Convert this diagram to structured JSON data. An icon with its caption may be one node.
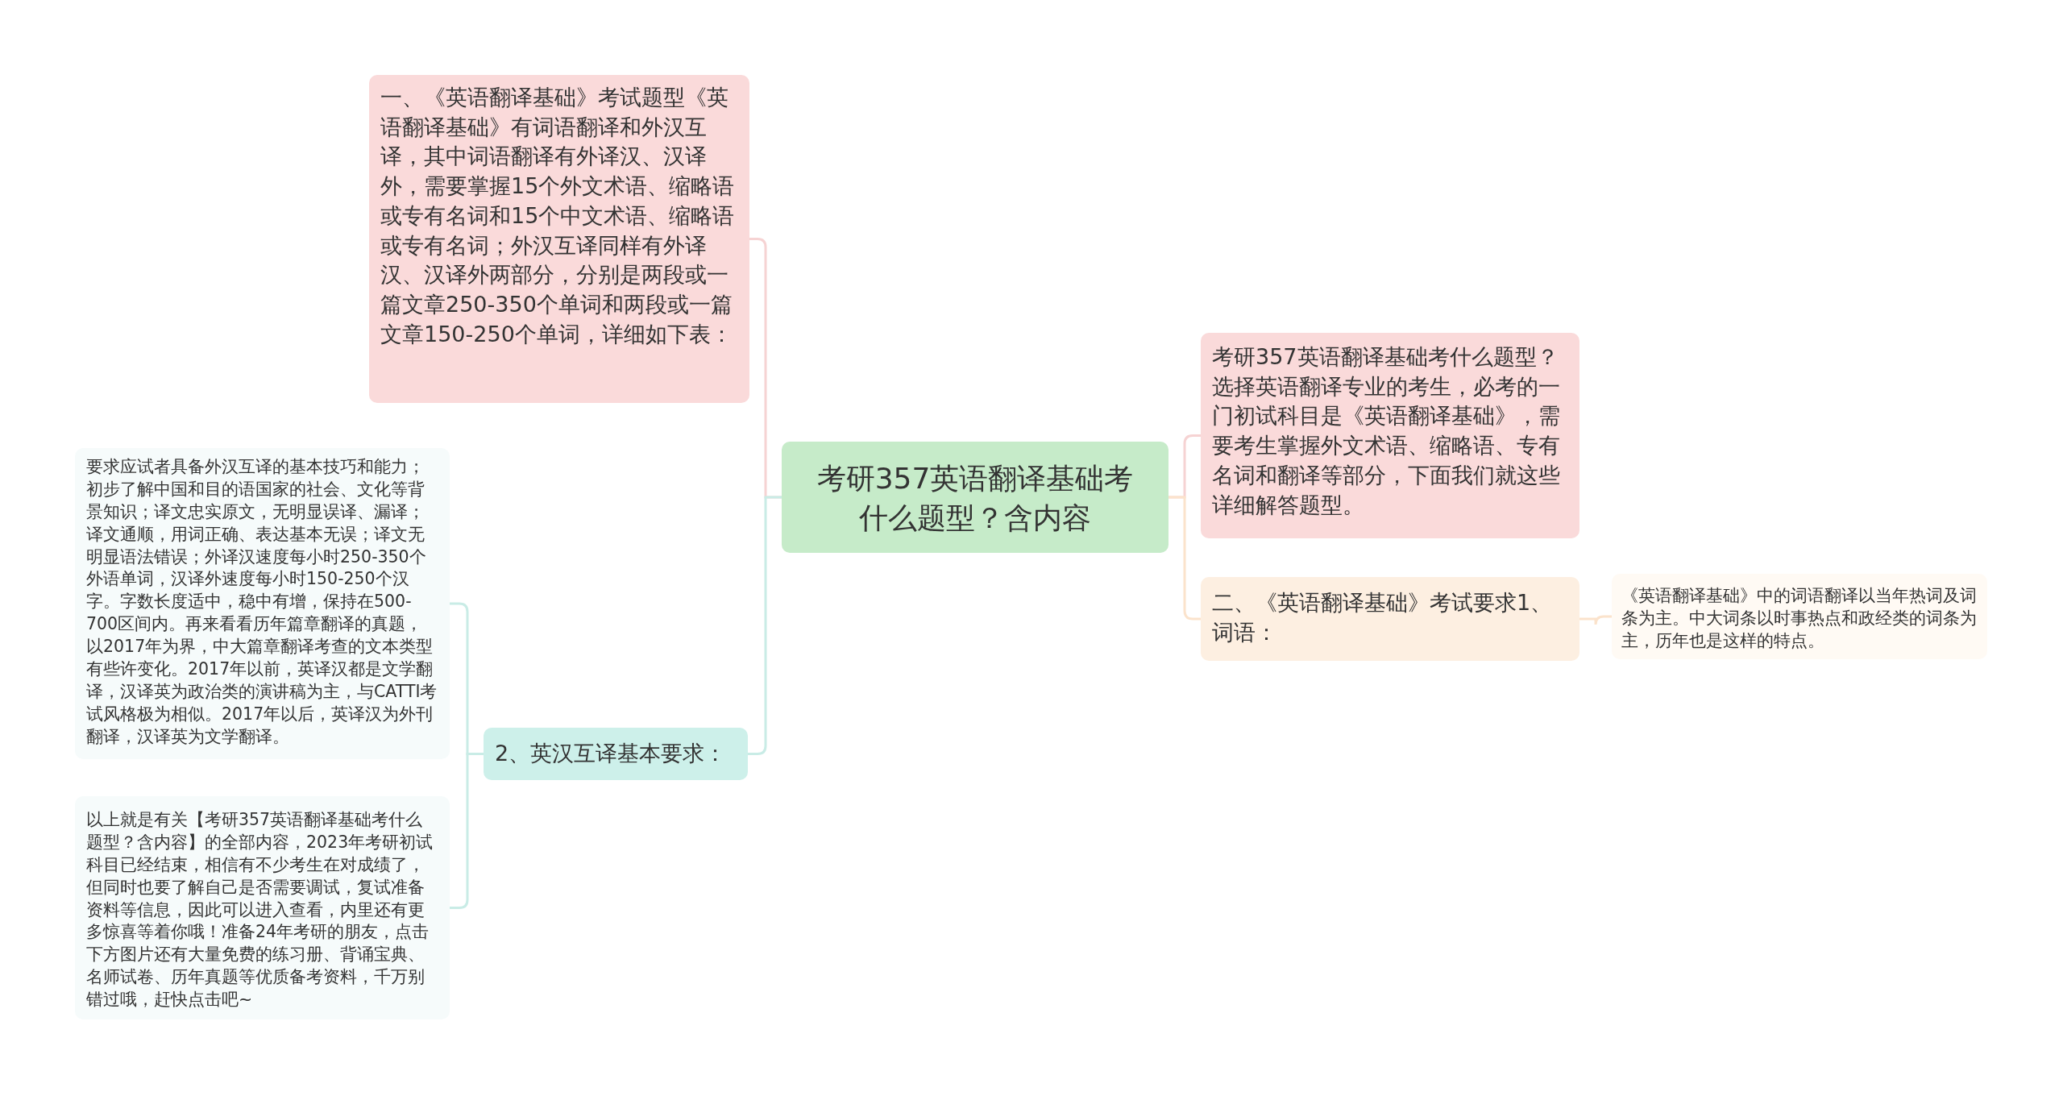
{
  "diagram": {
    "nodes": [
      {
        "text": [
          "考研357英语翻译基础考什么题型？含内容"
        ]
      },
      {
        "text": [
          "一、《英语翻译基础》考试题型《英语翻译基础》有词语翻译和外汉互译，其中词语翻译有外译汉、汉译外，需要掌握15个外文术语、缩略语或专有名词和15个中文术语、缩略语或专有名词；外汉互译同样有外译汉、汉译外两部分，分别是两段或一篇文章250-350个单词和两段或一篇文章150-250个单词，详细如下表："
        ]
      },
      {
        "text": [
          "2、英汉互译基本要求："
        ]
      },
      {
        "text": [
          "要求应试者具备外汉互译的基本技巧和能力；初步了解中国和目的语国家的社会、文化等背景知识；译文忠实原文，无明显误译、漏译；译文通顺，用词正确、表达基本无误；译文无明显语法错误；外译汉速度每小时250-350个外语单词，汉译外速度每小时150-250个汉字。字数长度适中，稳中有增，保持在500-700区间内。再来看看历年篇章翻译的真题，以2017年为界，中大篇章翻译考查的文本类型有些许变化。2017年以前，英译汉都是文学翻译，汉译英为政治类的演讲稿为主，与CATTI考试风格极为相似。2017年以后，英译汉为外刊翻译，汉译英为文学翻译。"
        ]
      },
      {
        "text": [
          "以上就是有关【考研357英语翻译基础考什么题型？含内容】的全部内容，2023年考研初试科目已经结束，相信有不少考生在对成绩了，但同时也要了解自己是否需要调试，复试准备资料等信息，因此可以进入查看，内里还有更多惊喜等着你哦！准备24年考研的朋友，点击下方图片还有大量免费的练习册、背诵宝典、名师试卷、历年真题等优质备考资料，千万别错过哦，赶快点击吧~"
        ]
      },
      {
        "text": [
          "考研357英语翻译基础考什么题型？选择英语翻译专业的考生，必考的一门初试科目是《英语翻译基础》，需要考生掌握外文术语、缩略语、专有名词和翻译等部分，下面我们就这些详细解答题型。"
        ]
      },
      {
        "text": [
          "二、《英语翻译基础》考试要求1、词语："
        ]
      },
      {
        "text": [
          "《英语翻译基础》中的词语翻译以当年热词及词条为主。中大词条以时事热点和政经类的词条为主，历年也是这样的特点。"
        ]
      }
    ],
    "edges": [
      {
        "from": 0,
        "to": 1,
        "arrow": "none",
        "color": "#f6d3d3"
      },
      {
        "from": 0,
        "to": 2,
        "arrow": "none",
        "color": "#c9ece6"
      },
      {
        "from": 2,
        "to": 3,
        "arrow": "none",
        "color": "#c9ece6"
      },
      {
        "from": 2,
        "to": 4,
        "arrow": "none",
        "color": "#c9ece6"
      },
      {
        "from": 0,
        "to": 5,
        "arrow": "none",
        "color": "#f6d3d3"
      },
      {
        "from": 0,
        "to": 6,
        "arrow": "none",
        "color": "#fbe3cc"
      },
      {
        "from": 6,
        "to": 7,
        "arrow": "none",
        "color": "#fbe3cc"
      }
    ]
  }
}
